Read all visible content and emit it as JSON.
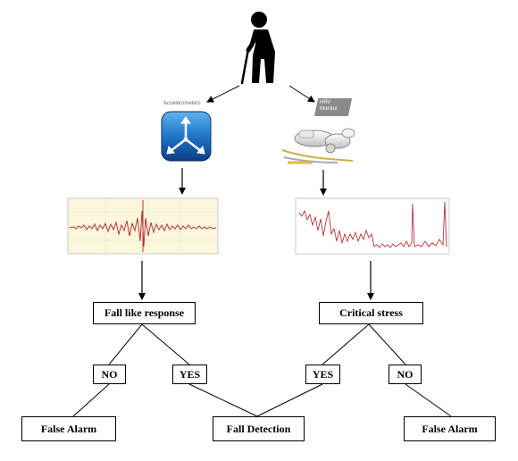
{
  "sensors": {
    "accelerometer_label": "Accelerometers",
    "hrv_label_line1": "HRV",
    "hrv_label_line2": "Monitor"
  },
  "nodes": {
    "fall_like_response": "Fall like response",
    "critical_stress": "Critical stress",
    "no_left": "NO",
    "yes_left": "YES",
    "yes_right": "YES",
    "no_right": "NO",
    "false_alarm_left": "False Alarm",
    "fall_detection": "Fall Detection",
    "false_alarm_right": "False Alarm"
  },
  "colors": {
    "accel_signal_bg": "#fbf7dc",
    "hrv_signal_bg": "#ffffff",
    "signal_line": "#b5343a",
    "accel_icon_blue": "#1f74c8"
  },
  "icons": {
    "person": "elderly-person-with-cane-icon",
    "accelerometer": "accelerometer-axes-icon",
    "hrv_monitor": "hrv-monitor-device-icon"
  }
}
